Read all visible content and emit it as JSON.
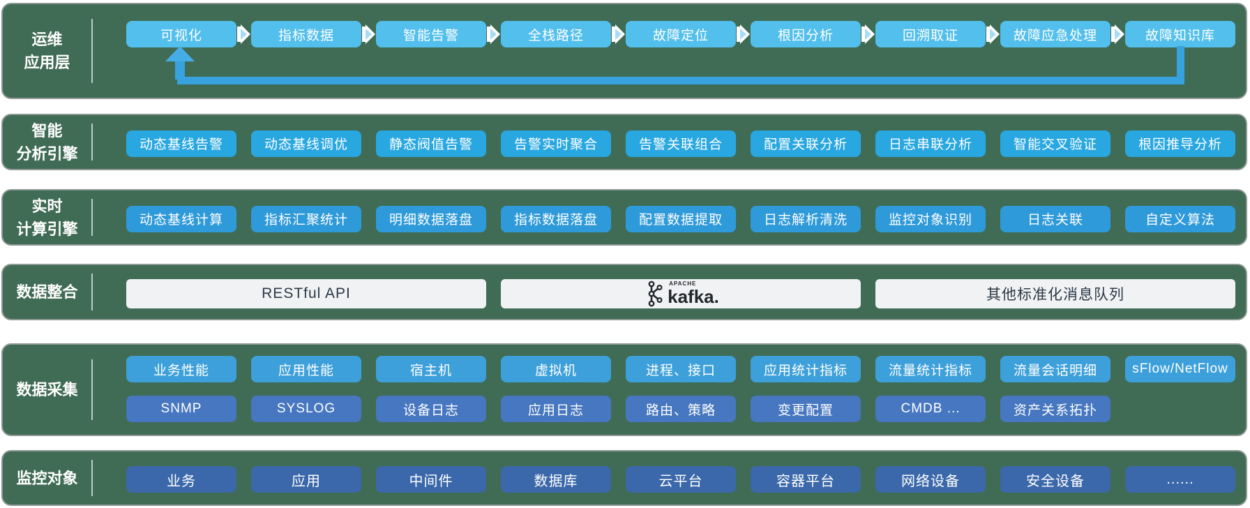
{
  "palette": {
    "row_background": "#406C55",
    "row_border": "#8E9894",
    "app_box": "#53BFEC",
    "analysis_box": "#29A7E1",
    "compute_box": "#2F9ADA",
    "integration_box": "#F1F2F4",
    "integration_text": "#2B3947",
    "collect_box_top": "#3EA0DA",
    "collect_box_bottom": "#4677C0",
    "objects_box": "#3B68AA",
    "feedback_arrow": "#38A2DF",
    "box_text": "#FFFFFF"
  },
  "rows": {
    "ops_app": {
      "label": "运维\n应用层",
      "boxes": [
        "可视化",
        "指标数据",
        "智能告警",
        "全栈路径",
        "故障定位",
        "根因分析",
        "回溯取证",
        "故障应急处理",
        "故障知识库"
      ]
    },
    "analysis": {
      "label": "智能\n分析引擎",
      "boxes": [
        "动态基线告警",
        "动态基线调优",
        "静态阀值告警",
        "告警实时聚合",
        "告警关联组合",
        "配置关联分析",
        "日志串联分析",
        "智能交叉验证",
        "根因推导分析"
      ]
    },
    "compute": {
      "label": "实时\n计算引擎",
      "boxes": [
        "动态基线计算",
        "指标汇聚统计",
        "明细数据落盘",
        "指标数据落盘",
        "配置数据提取",
        "日志解析清洗",
        "监控对象识别",
        "日志关联",
        "自定义算法"
      ]
    },
    "integration": {
      "label": "数据整合",
      "box_left": "RESTful API",
      "box_right": "其他标准化消息队列",
      "kafka_apache": "APACHE",
      "kafka_word": "kafka."
    },
    "collection": {
      "label": "数据采集",
      "boxes_top": [
        "业务性能",
        "应用性能",
        "宿主机",
        "虚拟机",
        "进程、接口",
        "应用统计指标",
        "流量统计指标",
        "流量会话明细",
        "sFlow/NetFlow"
      ],
      "boxes_bottom": [
        "SNMP",
        "SYSLOG",
        "设备日志",
        "应用日志",
        "路由、策略",
        "变更配置",
        "CMDB ...",
        "资产关系拓扑"
      ]
    },
    "objects": {
      "label": "监控对象",
      "boxes": [
        "业务",
        "应用",
        "中间件",
        "数据库",
        "云平台",
        "容器平台",
        "网络设备",
        "安全设备",
        "......"
      ]
    }
  }
}
